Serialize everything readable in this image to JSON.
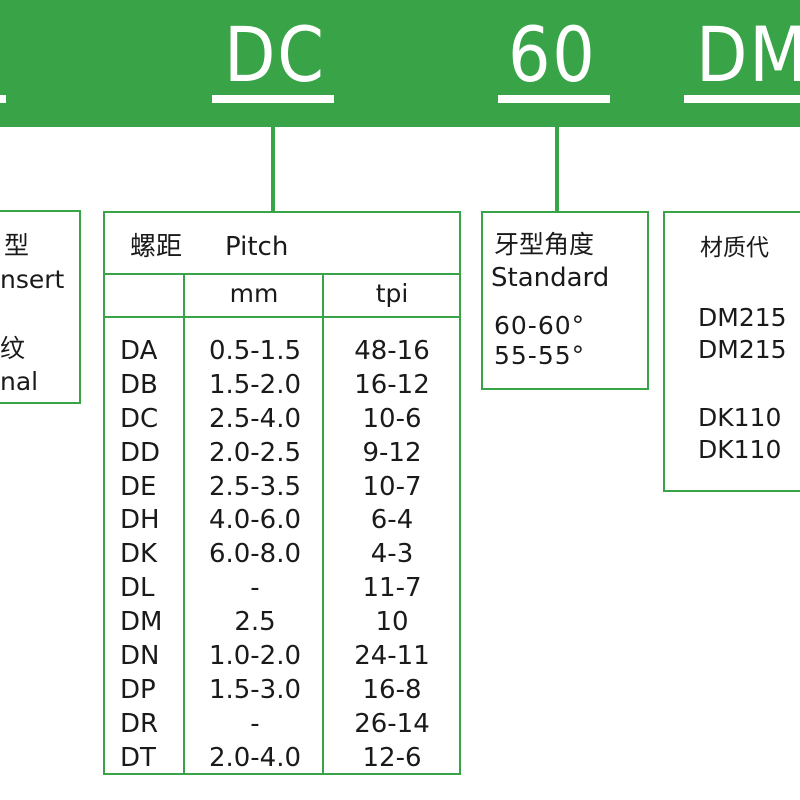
{
  "code_band": {
    "segments": [
      "DC",
      "60",
      "DM"
    ]
  },
  "insert_box": {
    "line1": "型",
    "line2": "nsert",
    "line3": "纹",
    "line4": "nal"
  },
  "pitch_box": {
    "title_cn": "螺距",
    "title_en": "Pitch",
    "col_mm": "mm",
    "col_tpi": "tpi",
    "rows": [
      {
        "code": "DA",
        "mm": "0.5-1.5",
        "tpi": "48-16"
      },
      {
        "code": "DB",
        "mm": "1.5-2.0",
        "tpi": "16-12"
      },
      {
        "code": "DC",
        "mm": "2.5-4.0",
        "tpi": "10-6"
      },
      {
        "code": "DD",
        "mm": "2.0-2.5",
        "tpi": "9-12"
      },
      {
        "code": "DE",
        "mm": "2.5-3.5",
        "tpi": "10-7"
      },
      {
        "code": "DH",
        "mm": "4.0-6.0",
        "tpi": "6-4"
      },
      {
        "code": "DK",
        "mm": "6.0-8.0",
        "tpi": "4-3"
      },
      {
        "code": "DL",
        "mm": "-",
        "tpi": "11-7"
      },
      {
        "code": "DM",
        "mm": "2.5",
        "tpi": "10"
      },
      {
        "code": "DN",
        "mm": "1.0-2.0",
        "tpi": "24-11"
      },
      {
        "code": "DP",
        "mm": "1.5-3.0",
        "tpi": "16-8"
      },
      {
        "code": "DR",
        "mm": "-",
        "tpi": "26-14"
      },
      {
        "code": "DT",
        "mm": "2.0-4.0",
        "tpi": "12-6"
      }
    ]
  },
  "angle_box": {
    "title_cn": "牙型角度",
    "title_en": "Standard",
    "items": [
      "60-60°",
      "55-55°"
    ]
  },
  "material_box": {
    "title_cn": "材质代",
    "items": [
      "DM215",
      "DM215",
      "DK110",
      "DK110"
    ]
  },
  "colors": {
    "accent_green": "#38a347",
    "text": "#1a1a1a",
    "background": "#ffffff"
  }
}
